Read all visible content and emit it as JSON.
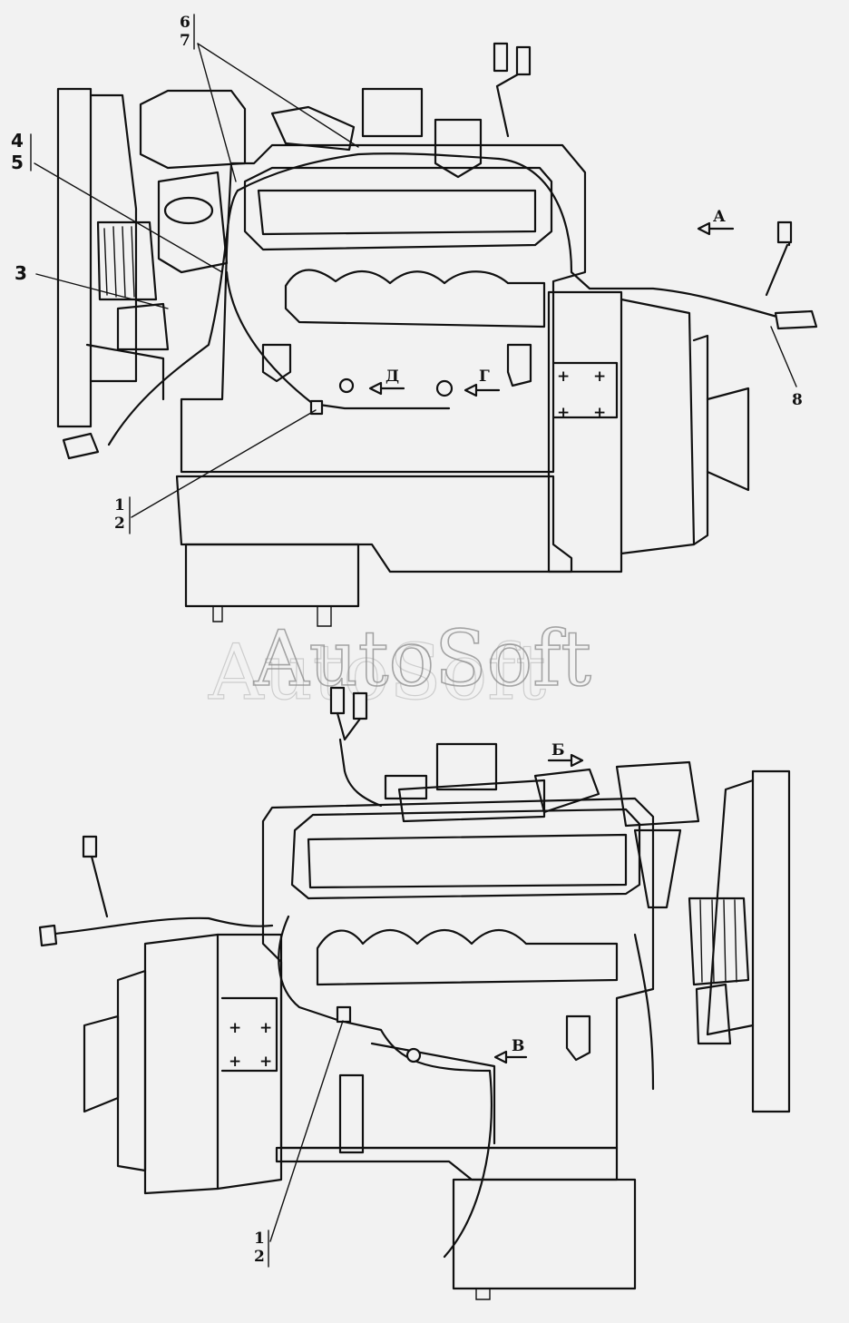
{
  "callouts": {
    "c67": [
      "6",
      "7"
    ],
    "c45": [
      "4",
      "5"
    ],
    "c3": "3",
    "c8": "8",
    "c12_top": [
      "1",
      "2"
    ],
    "c12_bottom": [
      "1",
      "2"
    ]
  },
  "views": {
    "A": "А",
    "B": "Б",
    "V": "В",
    "G": "Г",
    "D": "Д"
  },
  "watermark": "AutoSoft"
}
